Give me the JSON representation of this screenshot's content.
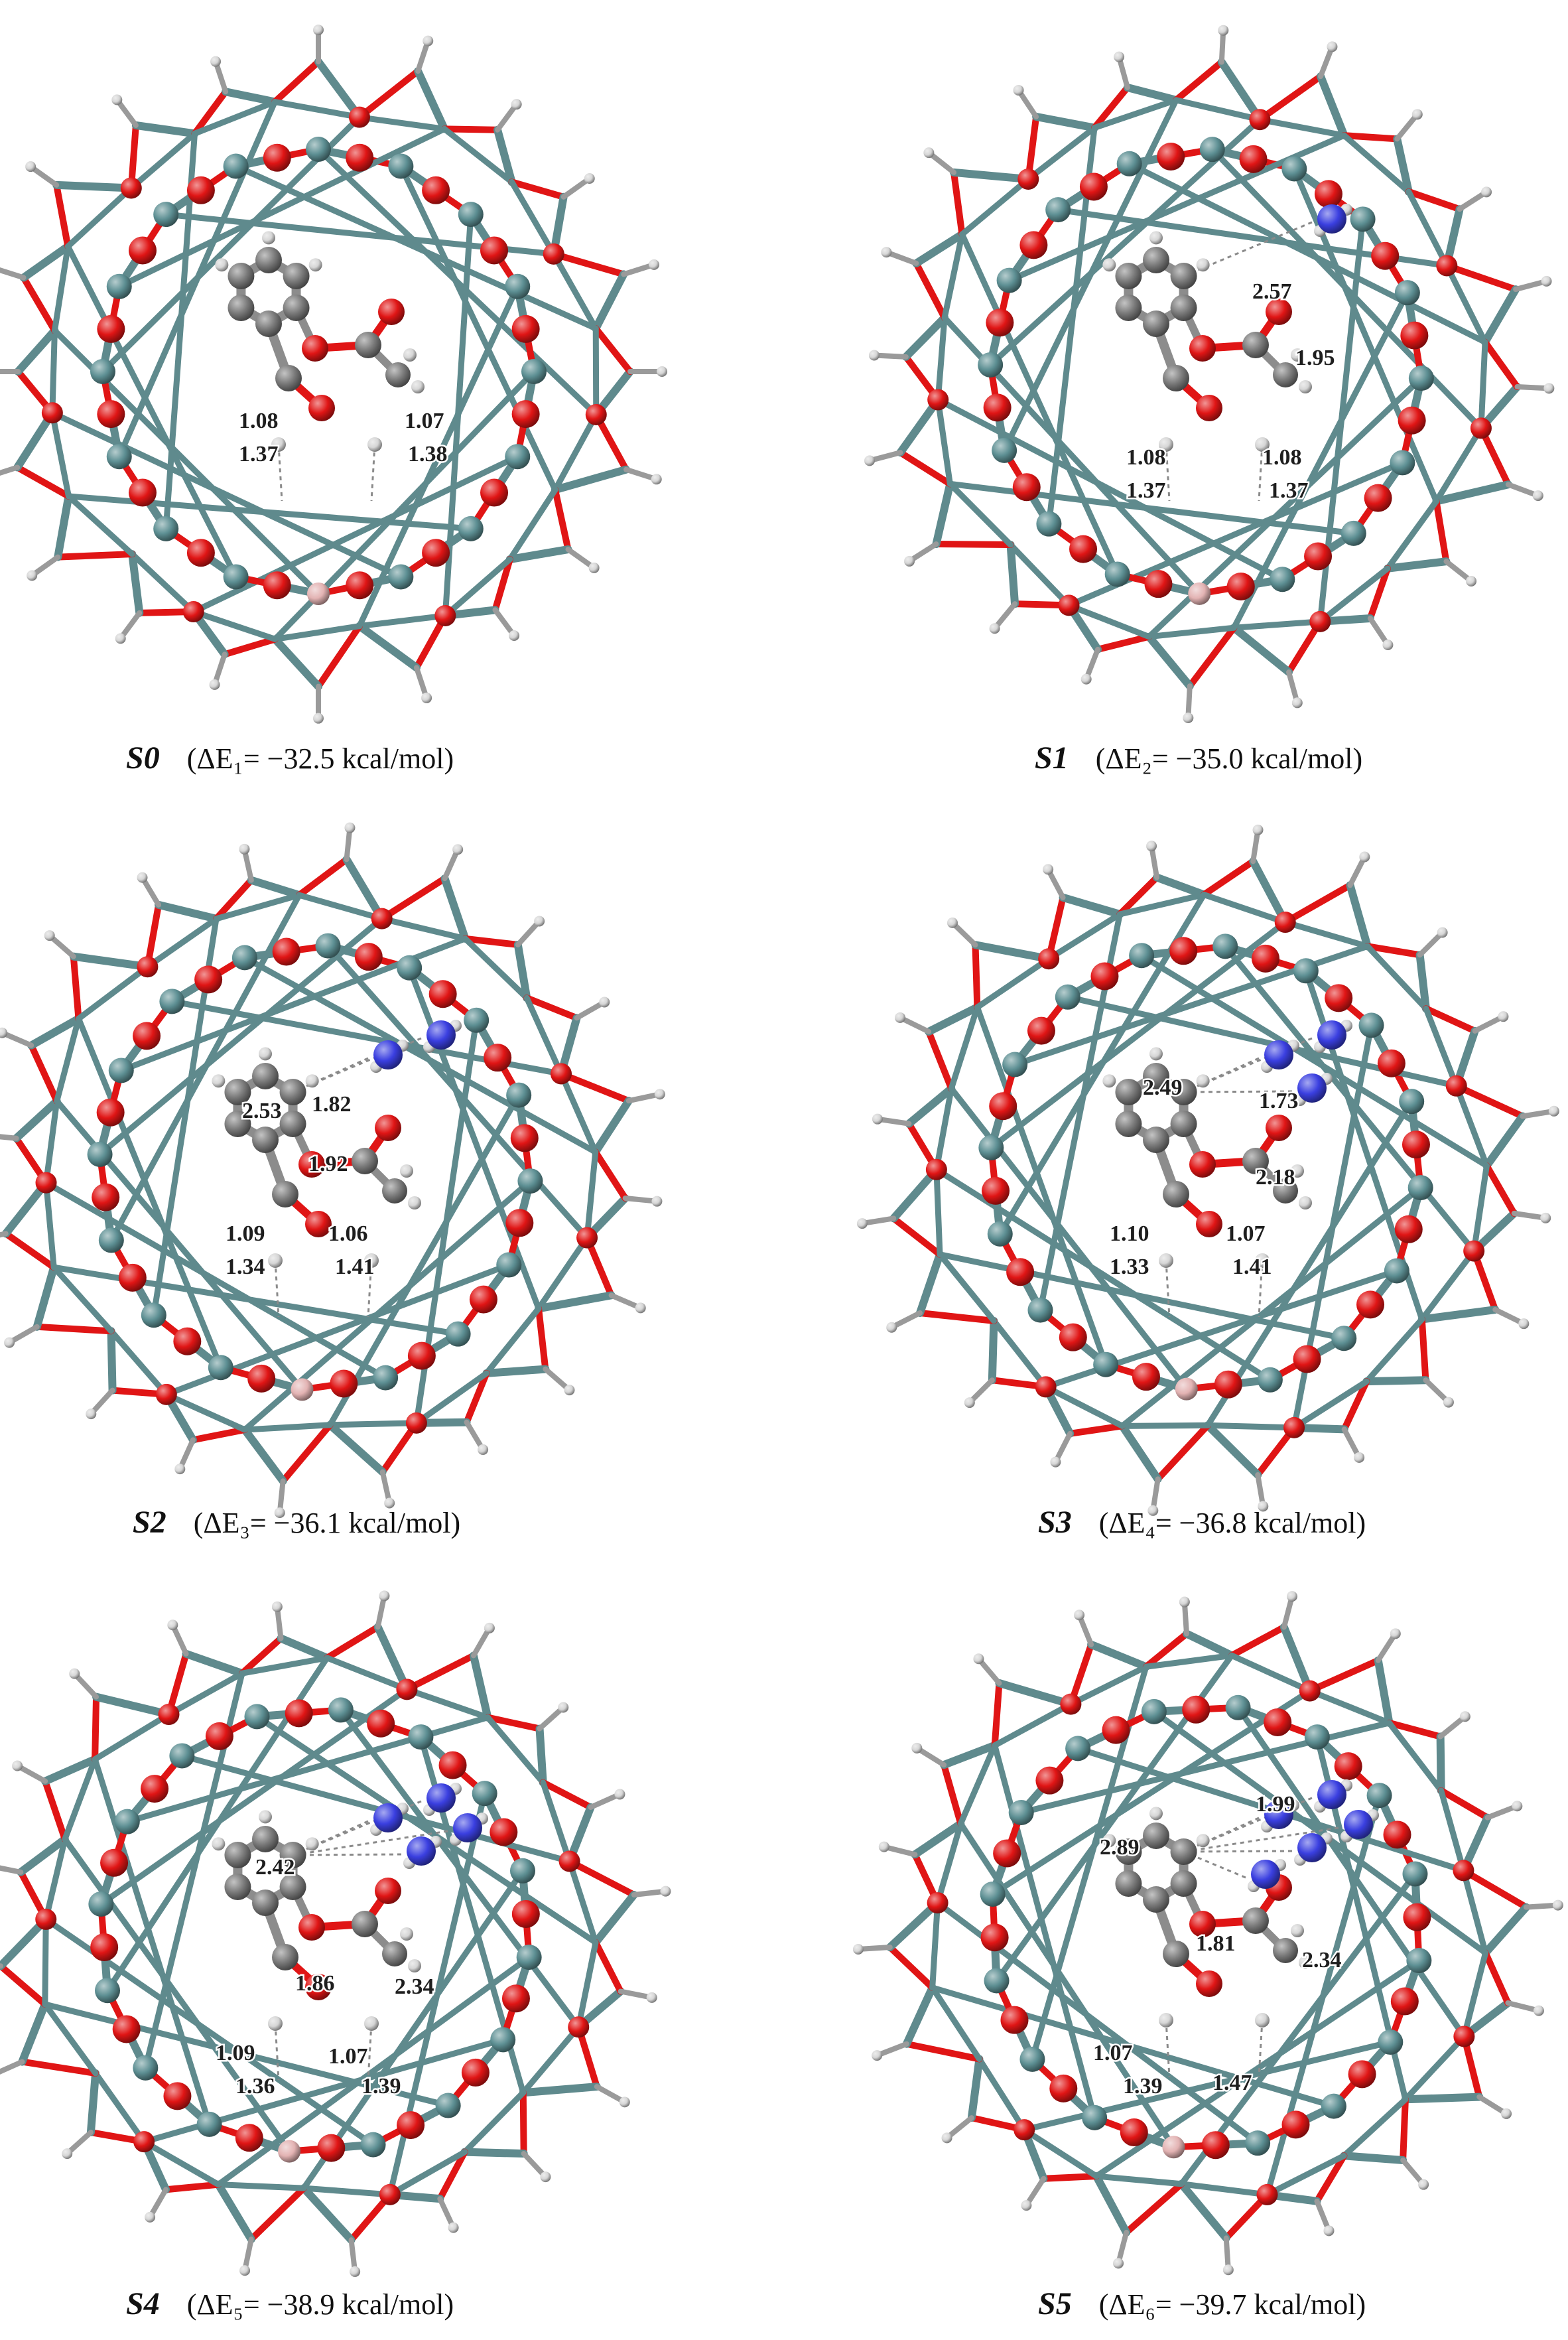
{
  "colors": {
    "silicon": "#5d8f93",
    "oxygen": "#e01515",
    "hydrogen": "#d6d6d6",
    "carbon": "#7b7b7b",
    "nitrogen": "#3a3fe0",
    "boron": "#e3b3b3",
    "bond_frame": "#5f8a8d"
  },
  "panels": [
    {
      "id": "S0",
      "label": "S0",
      "energy": "(ΔE₁= −32.5 kcal/mol)",
      "distances": [
        "1.08",
        "1.37",
        "1.07",
        "1.38"
      ],
      "nitrogen_count": 0
    },
    {
      "id": "S1",
      "label": "S1",
      "energy": "(ΔE₂= −35.0 kcal/mol)",
      "distances": [
        "2.57",
        "1.95",
        "1.08",
        "1.37",
        "1.08",
        "1.37"
      ],
      "nitrogen_count": 1
    },
    {
      "id": "S2",
      "label": "S2",
      "energy": "(ΔE₃= −36.1  kcal/mol)",
      "distances": [
        "2.53",
        "1.82",
        "1.92",
        "1.09",
        "1.34",
        "1.06",
        "1.41"
      ],
      "nitrogen_count": 2
    },
    {
      "id": "S3",
      "label": "S3",
      "energy": "(ΔE₄= −36.8  kcal/mol)",
      "distances": [
        "2.49",
        "1.73",
        "2.18",
        "1.10",
        "1.33",
        "1.07",
        "1.41"
      ],
      "nitrogen_count": 3
    },
    {
      "id": "S4",
      "label": "S4",
      "energy": "(ΔE₅= −38.9 kcal/mol)",
      "distances": [
        "2.42",
        "1.86",
        "2.34",
        "1.09",
        "1.36",
        "1.07",
        "1.39"
      ],
      "nitrogen_count": 4
    },
    {
      "id": "S5",
      "label": "S5",
      "energy": "(ΔE₆= −39.7 kcal/mol)",
      "distances": [
        "1.99",
        "2.89",
        "1.81",
        "2.34",
        "1.07",
        "1.39",
        "1.47"
      ],
      "nitrogen_count": 5
    }
  ]
}
